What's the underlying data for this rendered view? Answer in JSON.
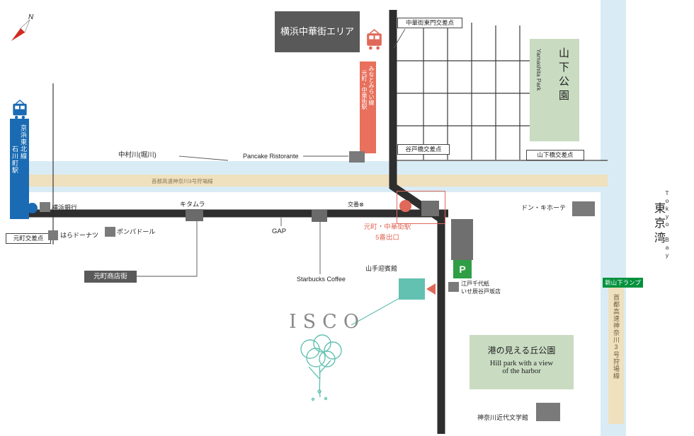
{
  "compass": {
    "n": "N"
  },
  "labels": {
    "chinatown_area": "横浜中華街エリア",
    "east_gate": "中華街東門交差点",
    "mm_line": "みなとみらい線",
    "mm_station": "元町・中華街駅",
    "jr_line": "京浜東北線",
    "jr_station": "石川町駅",
    "yamashita_jp": "山下公園",
    "yamashita_en": "Yamashita Park",
    "yatobashi": "谷戸橋交差点",
    "yamashitabashi": "山下橋交差点",
    "river": "中村川(堀川)",
    "pancake": "Pancake Ristorante",
    "expressway": "首都高速神奈川3号狩場線",
    "expressway_v": "首都高速神奈川3号狩場線",
    "bank": "横浜銀行",
    "motomachi_x": "元町交差点",
    "donuts": "はらドーナツ",
    "kitamura": "キタムラ",
    "pompadour": "ポンパドール",
    "gap": "GAP",
    "shotengai": "元町商店街",
    "starbucks": "Starbucks Coffee",
    "koban": "交番",
    "koban_sym": "⊗",
    "exit1": "元町・中華街駅",
    "exit2": "5番出口",
    "donki": "ドン・キホーテ",
    "tokyo_bay_en": "Tokyo Bay",
    "tokyo_bay_jp": "東京湾",
    "geihinkan": "山手迎賓館",
    "parking": "P",
    "edo1": "江戸千代紙",
    "edo2": "いせ辰谷戸坂店",
    "ramp": "新山下ランプ",
    "isco": "ISCO",
    "harbor_jp": "港の見える丘公園",
    "harbor_en1": "Hill park with a view",
    "harbor_en2": "of the harbor",
    "museum": "神奈川近代文学館"
  },
  "colors": {
    "salmon": "#E0695A",
    "blue": "#1A6BB4",
    "park_green": "#C9DCC2",
    "parking_green": "#2F9E45",
    "ramp_green": "#00913C",
    "expressway_beige": "#EFE0BE",
    "water_blue": "#D9ECF5",
    "road_black": "#2E2E2E",
    "building_gray": "#7A7A7A",
    "teal": "#63C1B1"
  }
}
